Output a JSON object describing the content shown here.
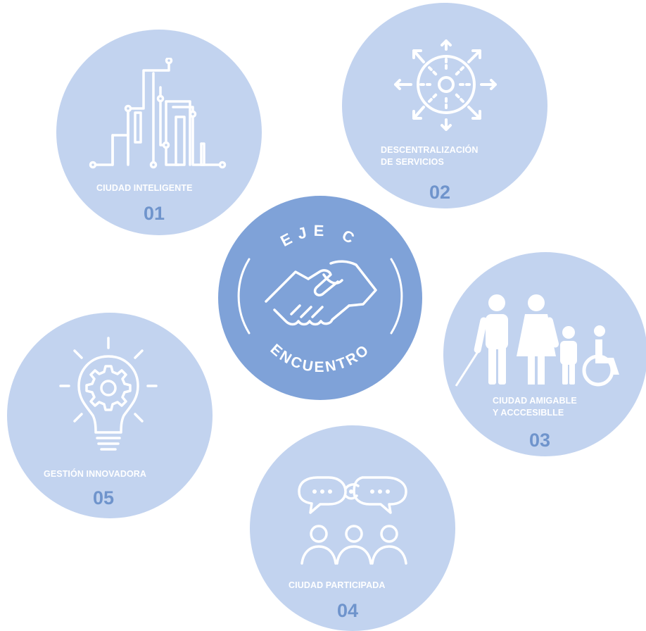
{
  "center": {
    "top_text": "EJE C",
    "bottom_text": "ENCUENTRO",
    "icon": "handshake-icon"
  },
  "axes": [
    {
      "num": "01",
      "label_lines": [
        "CIUDAD INTELIGENTE"
      ],
      "icon": "smart-city-icon"
    },
    {
      "num": "02",
      "label_lines": [
        "DESCENTRALIZACIÓN",
        "DE SERVICIOS"
      ],
      "icon": "decentralization-icon"
    },
    {
      "num": "03",
      "label_lines": [
        "CIUDAD AMIGABLE",
        "Y ACCCESIBLLE"
      ],
      "icon": "accessibility-people-icon"
    },
    {
      "num": "04",
      "label_lines": [
        "CIUDAD PARTICIPADA"
      ],
      "icon": "participation-icon"
    },
    {
      "num": "05",
      "label_lines": [
        "GESTIÓN INNOVADORA"
      ],
      "icon": "innovation-bulb-icon"
    }
  ],
  "colors": {
    "outer_circle": "#c2d3ef",
    "center_circle": "#7fa2d8",
    "number": "#6f94cc",
    "label": "#ffffff"
  }
}
